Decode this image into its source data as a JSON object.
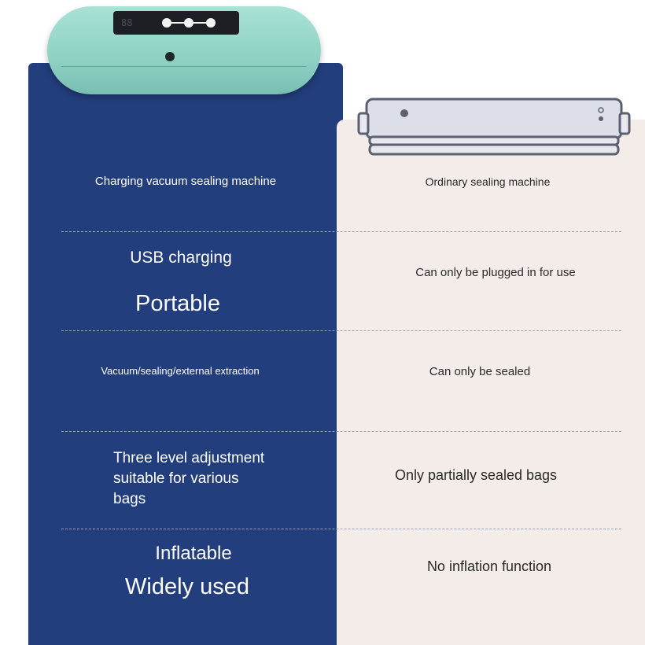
{
  "left_column": {
    "heading": "Charging vacuum sealing machine",
    "rows": [
      {
        "line1": "USB charging",
        "line2": "Portable"
      },
      {
        "line1": "Vacuum/sealing/external extraction"
      },
      {
        "line1": "Three level adjustment",
        "line2": "suitable for various",
        "line3": "bags"
      },
      {
        "line1": "Inflatable",
        "line2": "Widely used"
      }
    ]
  },
  "right_column": {
    "heading": "Ordinary sealing machine",
    "rows": [
      "Can only be plugged in for use",
      "Can only be sealed",
      "Only partially sealed bags",
      "No inflation function"
    ]
  },
  "colors": {
    "left_panel": "#233e7c",
    "right_panel": "#f3ece8",
    "machine_teal": "#8fd1c4",
    "ordinary_machine_gray": "#d9dce6"
  },
  "icons": [
    "charging-vacuum-sealer-icon",
    "ordinary-sealer-icon"
  ]
}
